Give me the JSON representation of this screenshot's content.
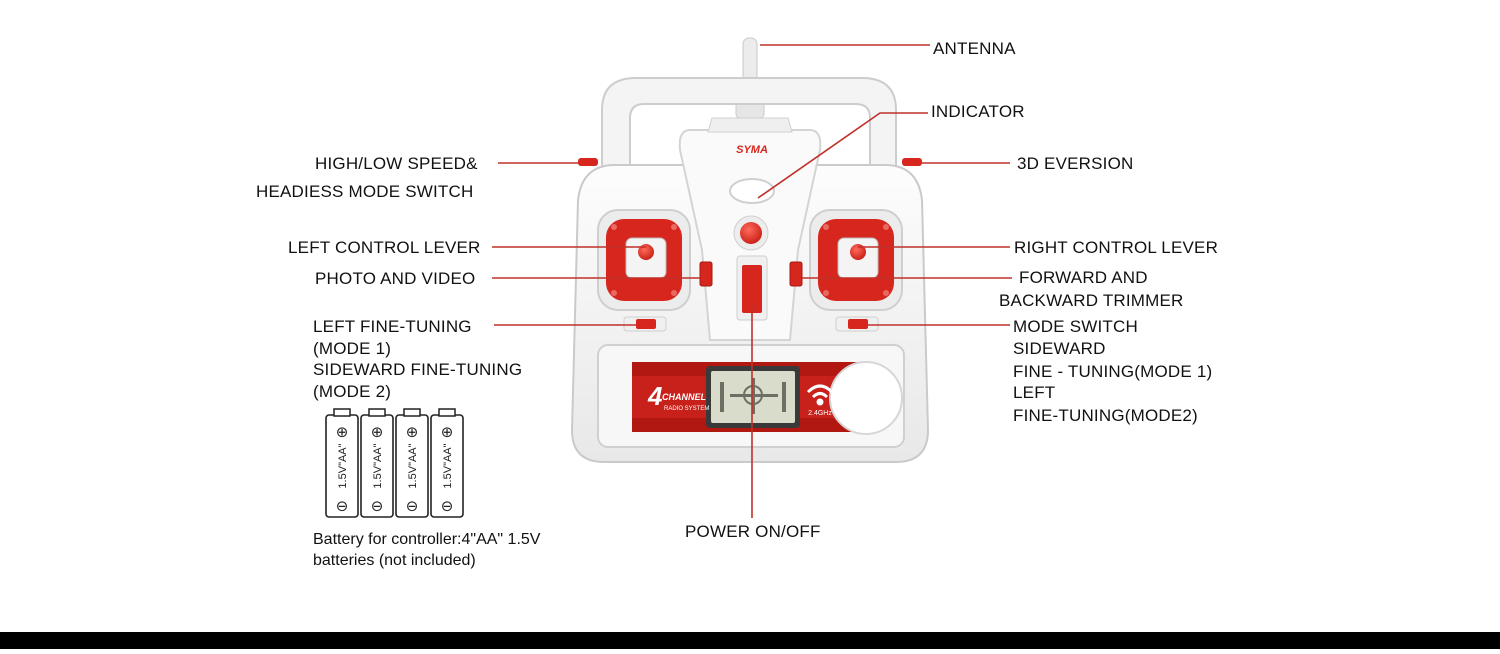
{
  "brand": "SYMA",
  "panel": {
    "logo_num": "4",
    "logo_word": "CHANNEL",
    "logo_sub": "RADIO SYSTEM",
    "freq": "2.4GHz"
  },
  "colors": {
    "red": "#d7261e",
    "leader": "#c0302a",
    "body": "#f3f3f3",
    "outline": "#cfcfcf"
  },
  "labels": {
    "antenna": "ANTENNA",
    "indicator": "INDICATOR",
    "speed_1": "HIGH/LOW SPEED&",
    "speed_2": "HEADIESS MODE SWITCH",
    "eversion": "3D EVERSION",
    "left_lever": "LEFT CONTROL LEVER",
    "right_lever": "RIGHT CONTROL LEVER",
    "photo": "PHOTO  AND VIDEO",
    "fwd_1": "FORWARD AND",
    "fwd_2": "BACKWARD TRIMMER",
    "lft_1": "LEFT FINE-TUNING",
    "lft_2": "(MODE 1)",
    "lft_3": "SIDEWARD FINE-TUNING",
    "lft_4": "(MODE 2)",
    "mode_1": "MODE SWITCH",
    "mode_2": "SIDEWARD",
    "mode_3": "FINE - TUNING(MODE 1)",
    "mode_4": "LEFT",
    "mode_5": "FINE-TUNING(MODE2)",
    "power": "POWER ON/OFF"
  },
  "battery": {
    "cell_label": "1.5V\"AA\"",
    "count": 4,
    "note_1": "Battery for controller:4\"AA\" 1.5V",
    "note_2": "batteries (not included)"
  }
}
